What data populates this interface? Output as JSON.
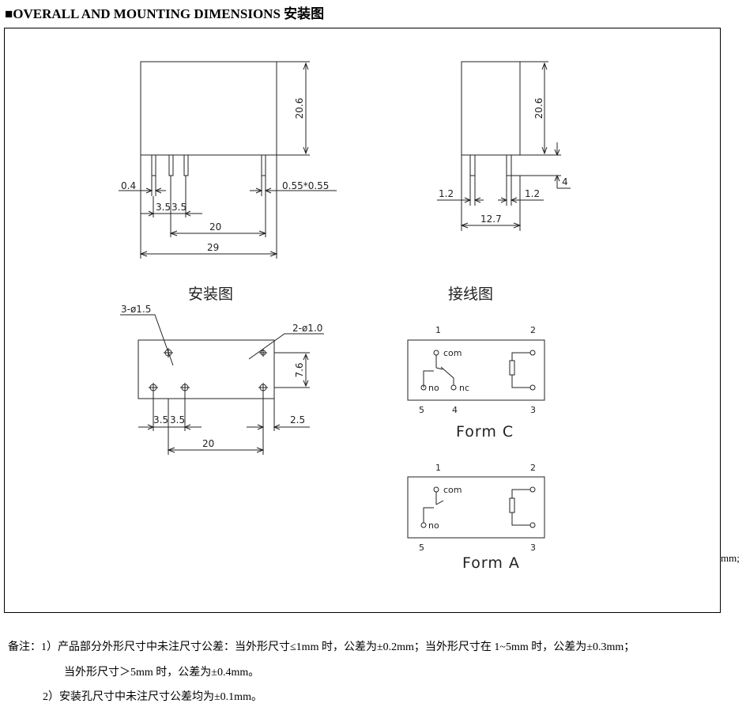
{
  "heading": "■OVERALL AND MOUNTING DIMENSIONS 安装图",
  "front_view": {
    "height": "20.6",
    "pin_width": "0.4",
    "pin_spacing_a": "3.5",
    "pin_spacing_b": "3.5",
    "pin_section": "0.55*0.55",
    "pitch": "20",
    "length": "29"
  },
  "side_view": {
    "height": "20.6",
    "pin_length": "4",
    "offset_left": "1.2",
    "offset_right": "1.2",
    "width": "12.7"
  },
  "mounting": {
    "title": "安装图",
    "holes_large": "3-ø1.5",
    "holes_small": "2-ø1.0",
    "height": "7.6",
    "spacing_a": "3.5",
    "spacing_b": "3.5",
    "edge": "2.5",
    "pitch": "20"
  },
  "wiring": {
    "title": "接线图",
    "form_c": {
      "label": "Form C",
      "pins": [
        "1",
        "2",
        "5",
        "4",
        "3"
      ],
      "contacts": [
        "com",
        "no",
        "nc"
      ]
    },
    "form_a": {
      "label": "Form A",
      "pins": [
        "1",
        "2",
        "5",
        "3"
      ],
      "contacts": [
        "com",
        "no"
      ]
    }
  },
  "clipped_text": "mm;",
  "notes": {
    "line1": "备注：1）产品部分外形尺寸中未注尺寸公差：当外形尺寸≤1mm 时，公差为±0.2mm；当外形尺寸在 1~5mm 时，公差为±0.3mm；",
    "line2": "当外形尺寸＞5mm 时，公差为±0.4mm。",
    "line3": "2）安装孔尺寸中未注尺寸公差均为±0.1mm。"
  }
}
